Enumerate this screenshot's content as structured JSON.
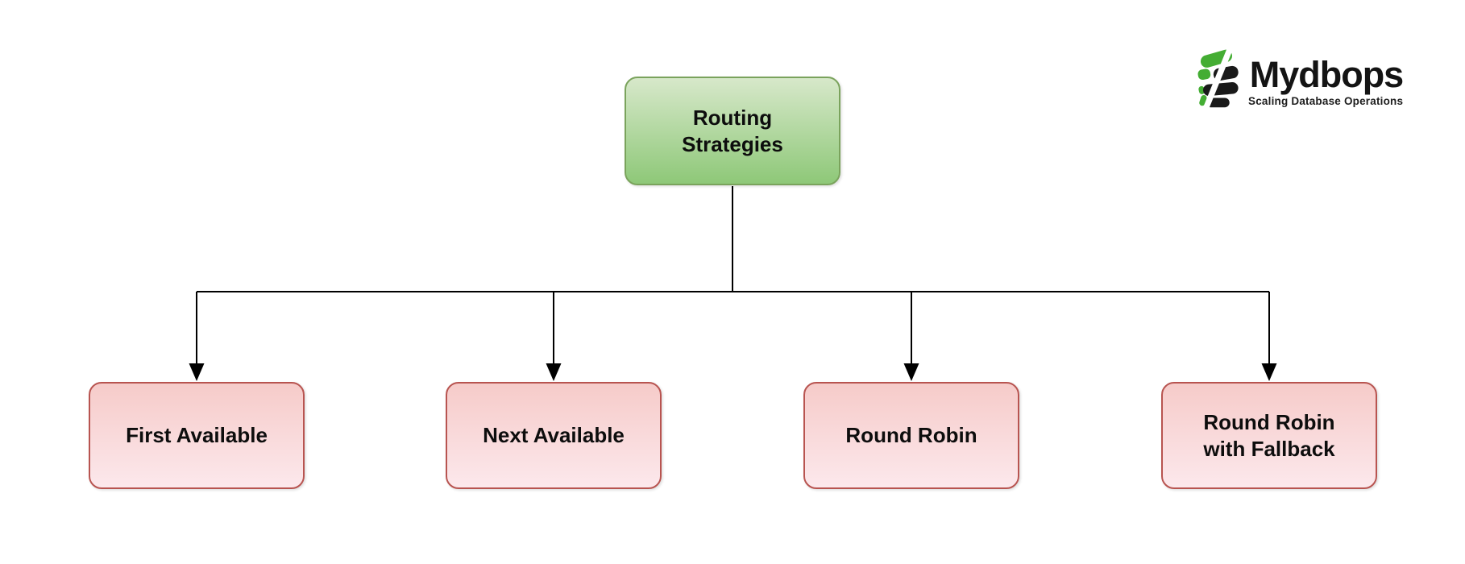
{
  "page": {
    "background": "#ffffff"
  },
  "logo": {
    "brand": "Mydbops",
    "tagline": "Scaling Database Operations",
    "brand_green": "#44ad33",
    "brand_black": "#1a1a1a"
  },
  "diagram": {
    "root": {
      "label": "Routing\nStrategies",
      "fill_top": "#d7e8ca",
      "fill_bottom": "#8ec878",
      "border_color": "#7aa35c"
    },
    "children": [
      {
        "label": "First Available"
      },
      {
        "label": "Next Available"
      },
      {
        "label": "Round Robin"
      },
      {
        "label": "Round Robin\nwith Fallback"
      }
    ],
    "child_style": {
      "fill_top": "#f6cbc9",
      "fill_bottom": "#fce8ec",
      "border_color": "#b85450"
    },
    "connector_color": "#000000"
  }
}
